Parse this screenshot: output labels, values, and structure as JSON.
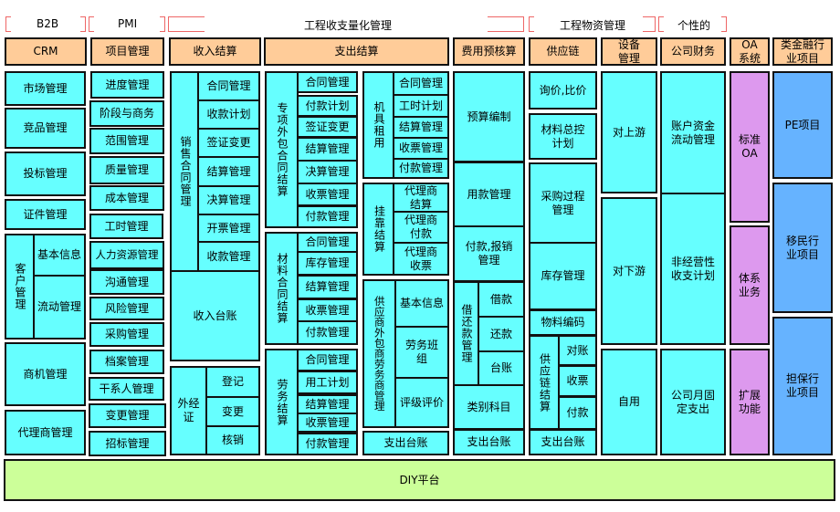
{
  "groups": {
    "b2b": "B2B",
    "pmi": "PMI",
    "engineering": "工程收支量化管理",
    "materials": "工程物资管理",
    "custom": "个性的"
  },
  "headers": {
    "crm": "CRM",
    "project": "项目管理",
    "income": "收入结算",
    "expense": "支出结算",
    "budget": "费用预核算",
    "supply": "供应链",
    "equipment": "设备管理",
    "finance": "公司财务",
    "oa": "OA系统",
    "industry": "类金融行业项目"
  },
  "crm": {
    "items": [
      "市场管理",
      "竞品管理",
      "投标管理",
      "证件管理"
    ],
    "customer": {
      "label": "客户管理",
      "sub": [
        "基本信息",
        "流动管理"
      ]
    },
    "items2": [
      "商机管理",
      "代理商管理"
    ]
  },
  "project": {
    "items": [
      "进度管理",
      "阶段与商务",
      "范围管理",
      "质量管理",
      "成本管理",
      "工时管理",
      "人力资源管理",
      "沟通管理",
      "风险管理",
      "采购管理",
      "档案管理",
      "干系人管理",
      "变更管理",
      "招标管理"
    ]
  },
  "income": {
    "sales": {
      "label": "销售合同管理",
      "sub": [
        "合同管理",
        "收款计划",
        "签证变更",
        "结算管理",
        "决算管理",
        "开票管理",
        "收款管理"
      ]
    },
    "ledger": "收入台账",
    "permit": {
      "label": "外经证",
      "sub": [
        "登记",
        "变更",
        "核销"
      ]
    }
  },
  "expense": {
    "subcontract": {
      "label": "专项外包合同结算",
      "sub": [
        "合同管理",
        "付款计划",
        "签证变更",
        "结算管理",
        "决算管理",
        "收票管理",
        "付款管理"
      ]
    },
    "material": {
      "label": "材料合同结算",
      "sub": [
        "合同管理",
        "库存管理",
        "结算管理",
        "收票管理",
        "付款管理"
      ]
    },
    "labor": {
      "label": "劳务结算",
      "sub": [
        "合同管理",
        "用工计划",
        "结算管理",
        "收票管理",
        "付款管理"
      ]
    },
    "rental": {
      "label": "机具租用",
      "sub": [
        "合同管理",
        "工时计划",
        "结算管理",
        "收票管理",
        "付款管理"
      ]
    },
    "affiliate": {
      "label": "挂靠结算",
      "sub": [
        "代理商结算",
        "代理商付款",
        "代理商收票"
      ]
    },
    "vendor": {
      "label": "供应商外包商劳务商管理",
      "sub": [
        "基本信息",
        "劳务班组",
        "评级评价"
      ]
    },
    "ledger": "支出台账"
  },
  "budget": {
    "items": [
      "预算编制",
      "用款管理",
      "付款,报销管理"
    ],
    "loan": {
      "label": "借还款管理",
      "sub": [
        "借款",
        "还款",
        "台账"
      ]
    },
    "category": "类别科目",
    "ledger": "支出台账"
  },
  "supply": {
    "items": [
      "询价,比价",
      "材料总控计划",
      "采购过程管理",
      "库存管理",
      "物料编码"
    ],
    "settle": {
      "label": "供应链结算",
      "sub": [
        "对账",
        "收票",
        "付款"
      ]
    },
    "ledger": "支出台账"
  },
  "equipment": {
    "items": [
      "对上游",
      "对下游",
      "自用"
    ]
  },
  "finance": {
    "items": [
      "账户资金流动管理",
      "非经营性收支计划",
      "公司月固定支出"
    ]
  },
  "oa": {
    "items": [
      "标准OA",
      "体系业务",
      "扩展功能"
    ]
  },
  "industry": {
    "items": [
      "PE项目",
      "移民行业项目",
      "担保行业项目"
    ]
  },
  "platform": {
    "label": "DIY平台"
  },
  "colors": {
    "module": "#66ffff",
    "header": "#ffcc99",
    "oa": "#dd99ee",
    "industry": "#66b3ff",
    "platform": "#ccff99",
    "bracket": "#ee6666"
  }
}
